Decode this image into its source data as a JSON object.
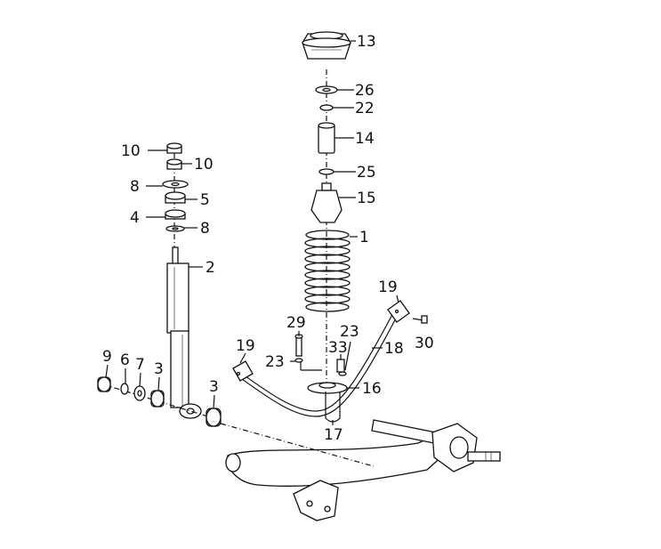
{
  "diagram": {
    "callouts": [
      {
        "id": "c13",
        "text": "13"
      },
      {
        "id": "c26",
        "text": "26"
      },
      {
        "id": "c22",
        "text": "22"
      },
      {
        "id": "c14",
        "text": "14"
      },
      {
        "id": "c25",
        "text": "25"
      },
      {
        "id": "c15",
        "text": "15"
      },
      {
        "id": "c1",
        "text": "1"
      },
      {
        "id": "c10a",
        "text": "10"
      },
      {
        "id": "c10b",
        "text": "10"
      },
      {
        "id": "c8a",
        "text": "8"
      },
      {
        "id": "c5",
        "text": "5"
      },
      {
        "id": "c4",
        "text": "4"
      },
      {
        "id": "c8b",
        "text": "8"
      },
      {
        "id": "c2",
        "text": "2"
      },
      {
        "id": "c19a",
        "text": "19"
      },
      {
        "id": "c29",
        "text": "29"
      },
      {
        "id": "c23a",
        "text": "23"
      },
      {
        "id": "c33",
        "text": "33"
      },
      {
        "id": "c18",
        "text": "18"
      },
      {
        "id": "c30",
        "text": "30"
      },
      {
        "id": "c19b",
        "text": "19"
      },
      {
        "id": "c23b",
        "text": "23"
      },
      {
        "id": "c16",
        "text": "16"
      },
      {
        "id": "c17",
        "text": "17"
      },
      {
        "id": "c9",
        "text": "9"
      },
      {
        "id": "c6",
        "text": "6"
      },
      {
        "id": "c7",
        "text": "7"
      },
      {
        "id": "c3a",
        "text": "3"
      },
      {
        "id": "c3b",
        "text": "3"
      }
    ]
  }
}
